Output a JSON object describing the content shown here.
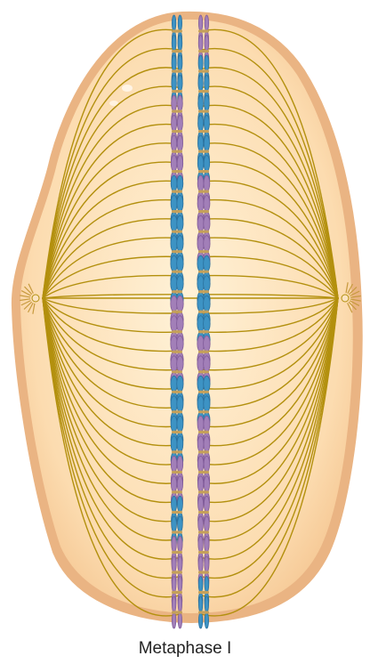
{
  "caption": "Metaphase I",
  "colors": {
    "cell_membrane": "#eab483",
    "cytoplasm_center": "#fff2d8",
    "cytoplasm_edge": "#f4c48f",
    "spindle_fiber": "#b3900e",
    "chromosome_blue": "#3d93c4",
    "chromosome_purple": "#a27fb8",
    "centromere": "#c4a05a"
  },
  "chromosome_pattern": [
    "blue",
    "blue",
    "purple",
    "purple",
    "blue",
    "blue",
    "blue",
    "purple",
    "purple",
    "blue",
    "blue",
    "purple",
    "blue",
    "purple",
    "purple",
    "purple",
    "purple"
  ]
}
